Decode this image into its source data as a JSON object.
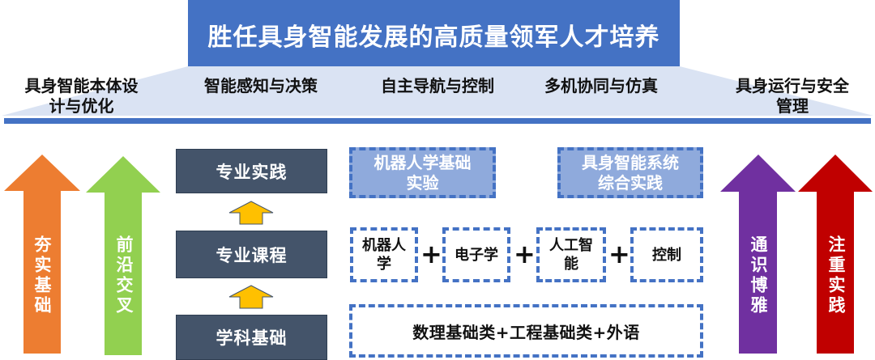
{
  "title": "胜任具身智能发展的高质量领军人才培养",
  "domains": [
    {
      "label": "具身智能本体设\n计与优化"
    },
    {
      "label": "智能感知与决策"
    },
    {
      "label": "自主导航与控制"
    },
    {
      "label": "多机协同与仿真"
    },
    {
      "label": "具身运行与安全\n管理"
    }
  ],
  "side_arrows": {
    "left": [
      {
        "label": "夯实基础",
        "color": "#ED7D31"
      },
      {
        "label": "前沿交叉",
        "color": "#92D050"
      }
    ],
    "right": [
      {
        "label": "通识博雅",
        "color": "#7030A0"
      },
      {
        "label": "注重实践",
        "color": "#C00000"
      }
    ]
  },
  "ladder": {
    "steps": [
      {
        "label": "专业实践"
      },
      {
        "label": "专业课程"
      },
      {
        "label": "学科基础"
      }
    ],
    "step_color": "#44546A",
    "arrow_color": "#FFC000"
  },
  "practice": [
    {
      "label": "机器人学基础\n实验"
    },
    {
      "label": "具身智能系统\n综合实践"
    }
  ],
  "courses": {
    "items": [
      {
        "label": "机器人\n学"
      },
      {
        "label": "电子学"
      },
      {
        "label": "人工智\n能"
      },
      {
        "label": "控制"
      }
    ],
    "separator": "+"
  },
  "foundation": {
    "label": "数理基础类+工程基础类+外语"
  },
  "colors": {
    "primary_blue": "#4472C4",
    "light_band": "#D9E2F3",
    "practice_fill": "#8FAADC"
  }
}
